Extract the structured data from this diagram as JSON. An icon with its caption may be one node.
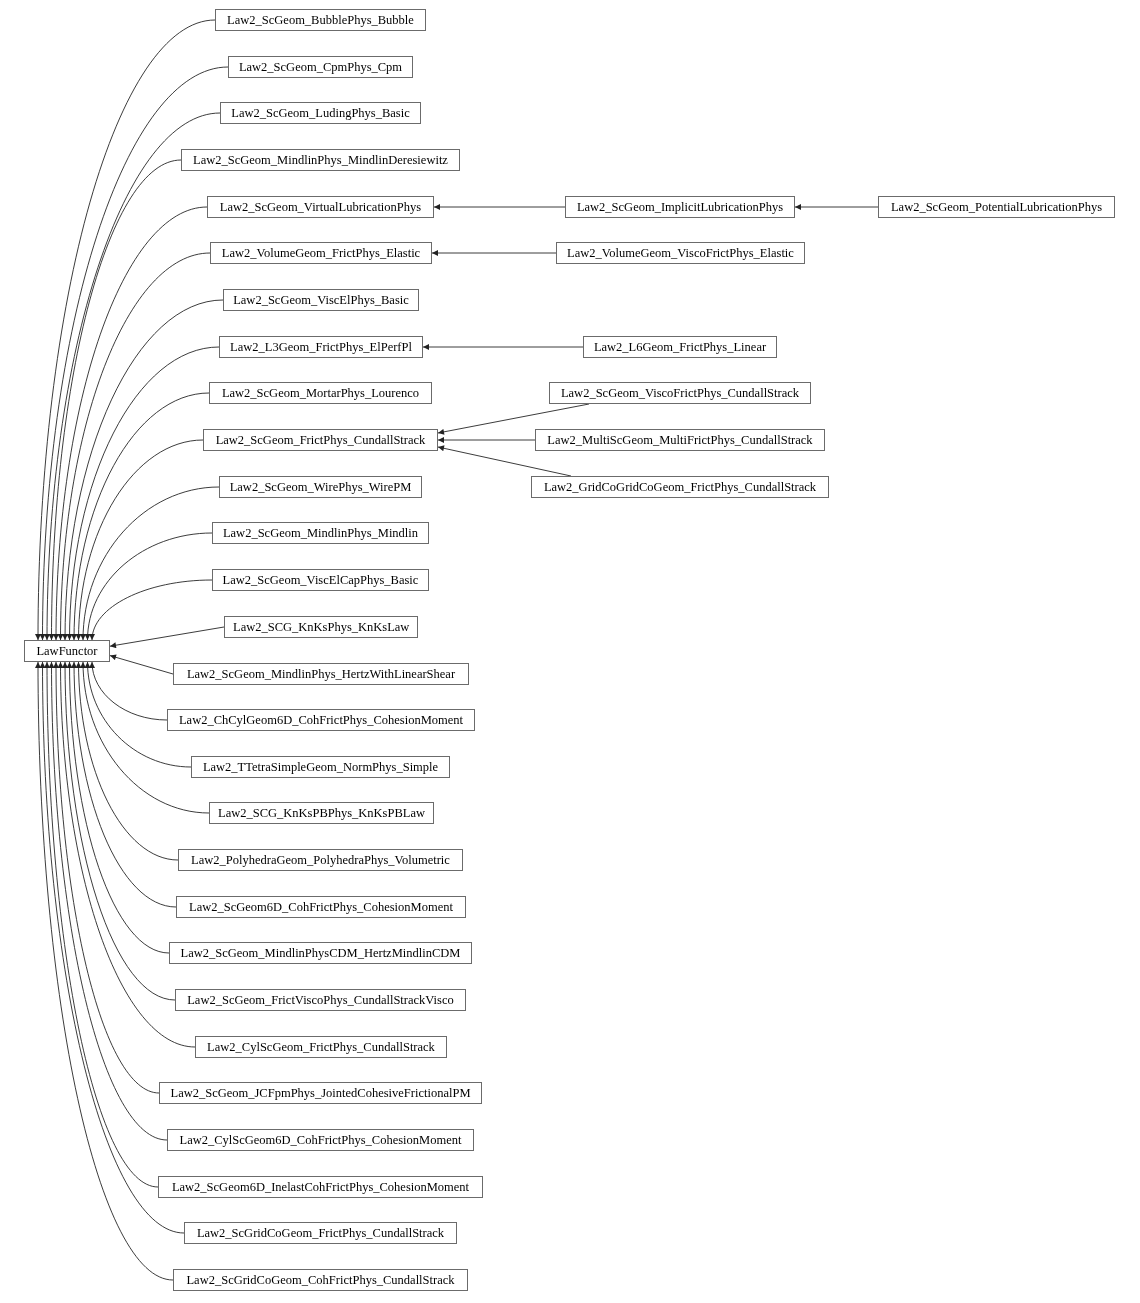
{
  "diagram": {
    "nodes": [
      {
        "text": [
          "LawFunctor"
        ]
      },
      {
        "text": [
          "Law2_ScGeom_BubblePhys_Bubble"
        ]
      },
      {
        "text": [
          "Law2_ScGeom_CpmPhys_Cpm"
        ]
      },
      {
        "text": [
          "Law2_ScGeom_LudingPhys_Basic"
        ]
      },
      {
        "text": [
          "Law2_ScGeom_MindlinPhys_MindlinDeresiewitz"
        ]
      },
      {
        "text": [
          "Law2_ScGeom_VirtualLubricationPhys"
        ]
      },
      {
        "text": [
          "Law2_ScGeom_ImplicitLubricationPhys"
        ]
      },
      {
        "text": [
          "Law2_ScGeom_PotentialLubricationPhys"
        ]
      },
      {
        "text": [
          "Law2_VolumeGeom_FrictPhys_Elastic"
        ]
      },
      {
        "text": [
          "Law2_VolumeGeom_ViscoFrictPhys_Elastic"
        ]
      },
      {
        "text": [
          "Law2_ScGeom_ViscElPhys_Basic"
        ]
      },
      {
        "text": [
          "Law2_L3Geom_FrictPhys_ElPerfPl"
        ]
      },
      {
        "text": [
          "Law2_L6Geom_FrictPhys_Linear"
        ]
      },
      {
        "text": [
          "Law2_ScGeom_MortarPhys_Lourenco"
        ]
      },
      {
        "text": [
          "Law2_ScGeom_ViscoFrictPhys_CundallStrack"
        ]
      },
      {
        "text": [
          "Law2_ScGeom_FrictPhys_CundallStrack"
        ]
      },
      {
        "text": [
          "Law2_MultiScGeom_MultiFrictPhys_CundallStrack"
        ]
      },
      {
        "text": [
          "Law2_ScGeom_WirePhys_WirePM"
        ]
      },
      {
        "text": [
          "Law2_GridCoGridCoGeom_FrictPhys_CundallStrack"
        ]
      },
      {
        "text": [
          "Law2_ScGeom_MindlinPhys_Mindlin"
        ]
      },
      {
        "text": [
          "Law2_ScGeom_ViscElCapPhys_Basic"
        ]
      },
      {
        "text": [
          "Law2_SCG_KnKsPhys_KnKsLaw"
        ]
      },
      {
        "text": [
          "Law2_ScGeom_MindlinPhys_HertzWithLinearShear"
        ]
      },
      {
        "text": [
          "Law2_ChCylGeom6D_CohFrictPhys_CohesionMoment"
        ]
      },
      {
        "text": [
          "Law2_TTetraSimpleGeom_NormPhys_Simple"
        ]
      },
      {
        "text": [
          "Law2_SCG_KnKsPBPhys_KnKsPBLaw"
        ]
      },
      {
        "text": [
          "Law2_PolyhedraGeom_PolyhedraPhys_Volumetric"
        ]
      },
      {
        "text": [
          "Law2_ScGeom6D_CohFrictPhys_CohesionMoment"
        ]
      },
      {
        "text": [
          "Law2_ScGeom_MindlinPhysCDM_HertzMindlinCDM"
        ]
      },
      {
        "text": [
          "Law2_ScGeom_FrictViscoPhys_CundallStrackVisco"
        ]
      },
      {
        "text": [
          "Law2_CylScGeom_FrictPhys_CundallStrack"
        ]
      },
      {
        "text": [
          "Law2_ScGeom_JCFpmPhys_JointedCohesiveFrictionalPM"
        ]
      },
      {
        "text": [
          "Law2_CylScGeom6D_CohFrictPhys_CohesionMoment"
        ]
      },
      {
        "text": [
          "Law2_ScGeom6D_InelastCohFrictPhys_CohesionMoment"
        ]
      },
      {
        "text": [
          "Law2_ScGridCoGeom_FrictPhys_CundallStrack"
        ]
      },
      {
        "text": [
          "Law2_ScGridCoGeom_CohFrictPhys_CundallStrack"
        ]
      }
    ],
    "edges": [
      {
        "from": 1,
        "to": 0,
        "arrow": "to"
      },
      {
        "from": 2,
        "to": 0,
        "arrow": "to"
      },
      {
        "from": 3,
        "to": 0,
        "arrow": "to"
      },
      {
        "from": 4,
        "to": 0,
        "arrow": "to"
      },
      {
        "from": 5,
        "to": 0,
        "arrow": "to"
      },
      {
        "from": 8,
        "to": 0,
        "arrow": "to"
      },
      {
        "from": 10,
        "to": 0,
        "arrow": "to"
      },
      {
        "from": 11,
        "to": 0,
        "arrow": "to"
      },
      {
        "from": 13,
        "to": 0,
        "arrow": "to"
      },
      {
        "from": 15,
        "to": 0,
        "arrow": "to"
      },
      {
        "from": 17,
        "to": 0,
        "arrow": "to"
      },
      {
        "from": 19,
        "to": 0,
        "arrow": "to"
      },
      {
        "from": 20,
        "to": 0,
        "arrow": "to"
      },
      {
        "from": 21,
        "to": 0,
        "arrow": "to"
      },
      {
        "from": 22,
        "to": 0,
        "arrow": "to"
      },
      {
        "from": 23,
        "to": 0,
        "arrow": "to"
      },
      {
        "from": 24,
        "to": 0,
        "arrow": "to"
      },
      {
        "from": 25,
        "to": 0,
        "arrow": "to"
      },
      {
        "from": 26,
        "to": 0,
        "arrow": "to"
      },
      {
        "from": 27,
        "to": 0,
        "arrow": "to"
      },
      {
        "from": 28,
        "to": 0,
        "arrow": "to"
      },
      {
        "from": 29,
        "to": 0,
        "arrow": "to"
      },
      {
        "from": 30,
        "to": 0,
        "arrow": "to"
      },
      {
        "from": 31,
        "to": 0,
        "arrow": "to"
      },
      {
        "from": 32,
        "to": 0,
        "arrow": "to"
      },
      {
        "from": 33,
        "to": 0,
        "arrow": "to"
      },
      {
        "from": 34,
        "to": 0,
        "arrow": "to"
      },
      {
        "from": 35,
        "to": 0,
        "arrow": "to"
      },
      {
        "from": 6,
        "to": 5,
        "arrow": "to"
      },
      {
        "from": 7,
        "to": 6,
        "arrow": "to"
      },
      {
        "from": 9,
        "to": 8,
        "arrow": "to"
      },
      {
        "from": 12,
        "to": 11,
        "arrow": "to"
      },
      {
        "from": 14,
        "to": 15,
        "arrow": "to"
      },
      {
        "from": 16,
        "to": 15,
        "arrow": "to"
      },
      {
        "from": 18,
        "to": 15,
        "arrow": "to"
      }
    ]
  }
}
